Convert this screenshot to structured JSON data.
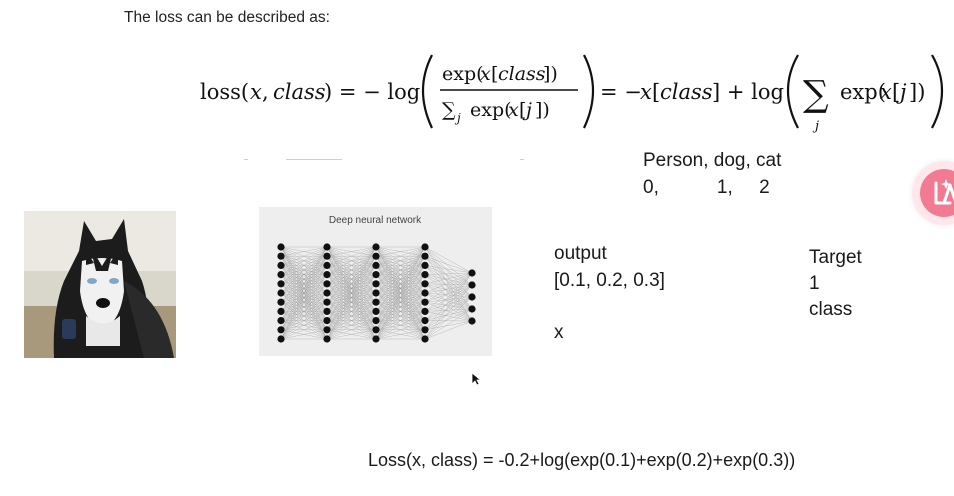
{
  "intro": "The loss can be described as:",
  "formula": {
    "loss_lhs": "loss(",
    "x": "x",
    "comma": ", ",
    "class": "class",
    "close_eq": ") = − log",
    "exp_open": "exp(",
    "x_bracket_open": "x",
    "bracket_open": "[",
    "bracket_close": "])",
    "sum_sym": "∑",
    "sub_j": "j",
    "exp_xj": "exp(",
    "j": "j",
    "eq2": "= −",
    "plus_log": "] + log",
    "sum_big": "∑",
    "exp_tail": "exp(",
    "tail_close": "])"
  },
  "labels": {
    "classes_line": "Person, dog, cat",
    "indices_line": "0,           1,     2",
    "output_label": "output",
    "output_value": "[0.1, 0.2, 0.3]",
    "x_label": "x",
    "target_label": "Target",
    "target_value": "1",
    "target_class": "class",
    "loss_example": "Loss(x, class) = -0.2+log(exp(0.1)+exp(0.2)+exp(0.3))"
  },
  "network_image": {
    "title": "Deep neural network"
  },
  "icons": {
    "fab": "assistant-logo-icon",
    "cursor": "mouse-pointer-icon"
  },
  "colors": {
    "fab_accent": "#f07b93",
    "nn_background": "#eeeeee"
  }
}
